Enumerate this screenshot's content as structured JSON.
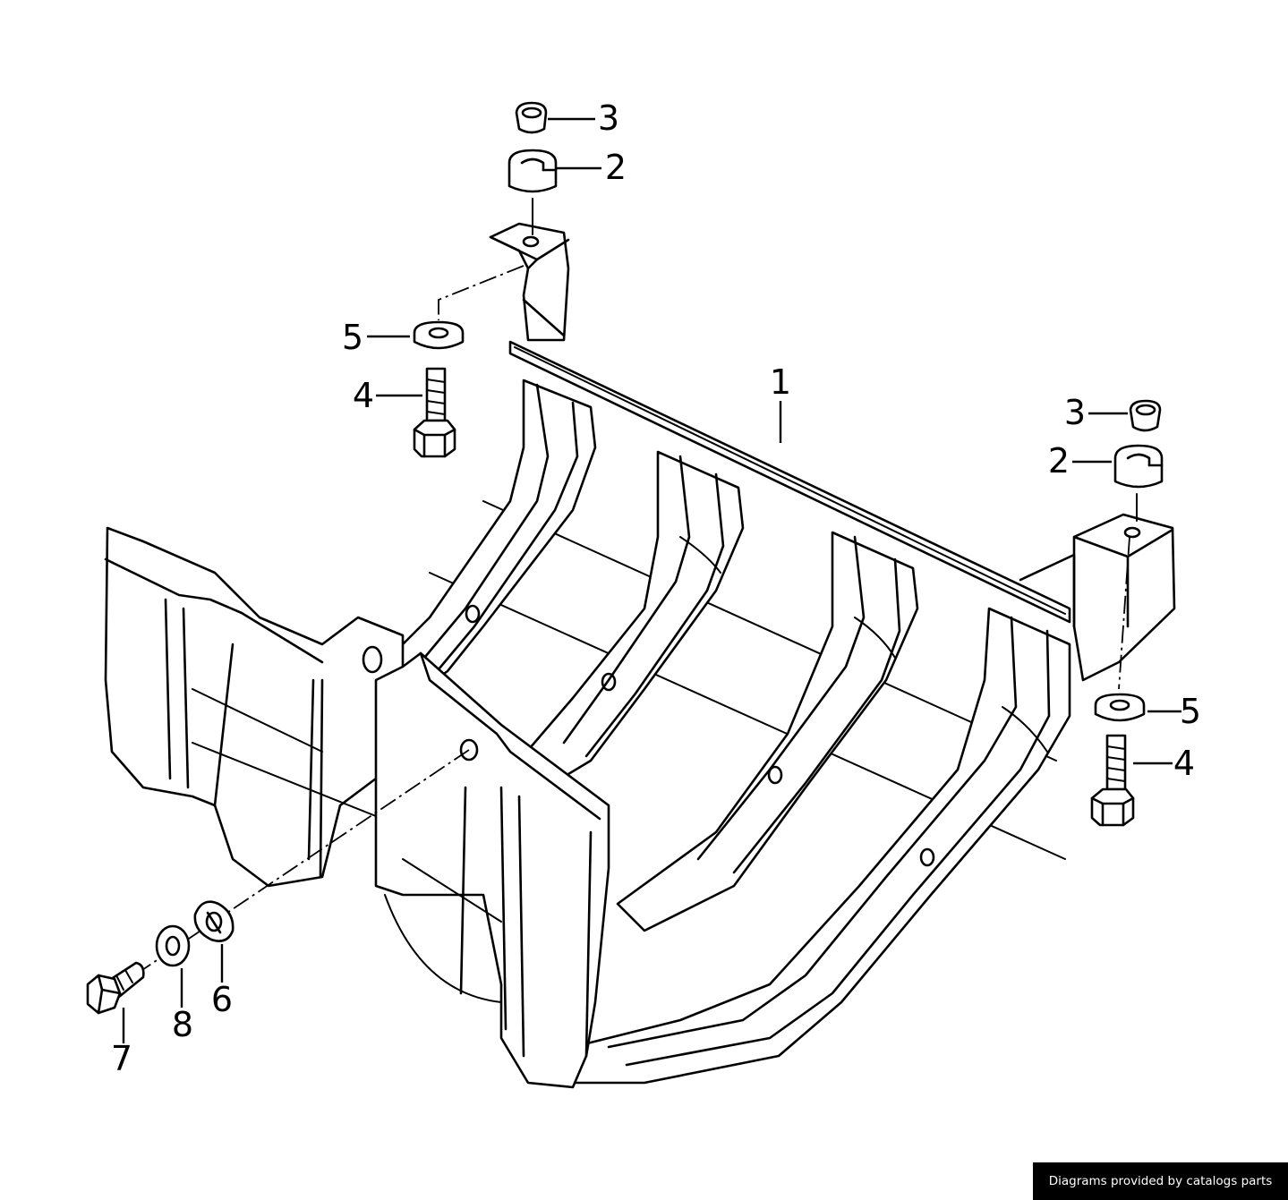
{
  "diagram": {
    "callouts": {
      "c1": "1",
      "c2_top": "2",
      "c3_top": "3",
      "c4_left": "4",
      "c5_left": "5",
      "c2_right": "2",
      "c3_right": "3",
      "c4_right": "4",
      "c5_right": "5",
      "c6": "6",
      "c7": "7",
      "c8": "8"
    }
  },
  "footer": {
    "credit": "Diagrams provided by catalogs parts"
  }
}
